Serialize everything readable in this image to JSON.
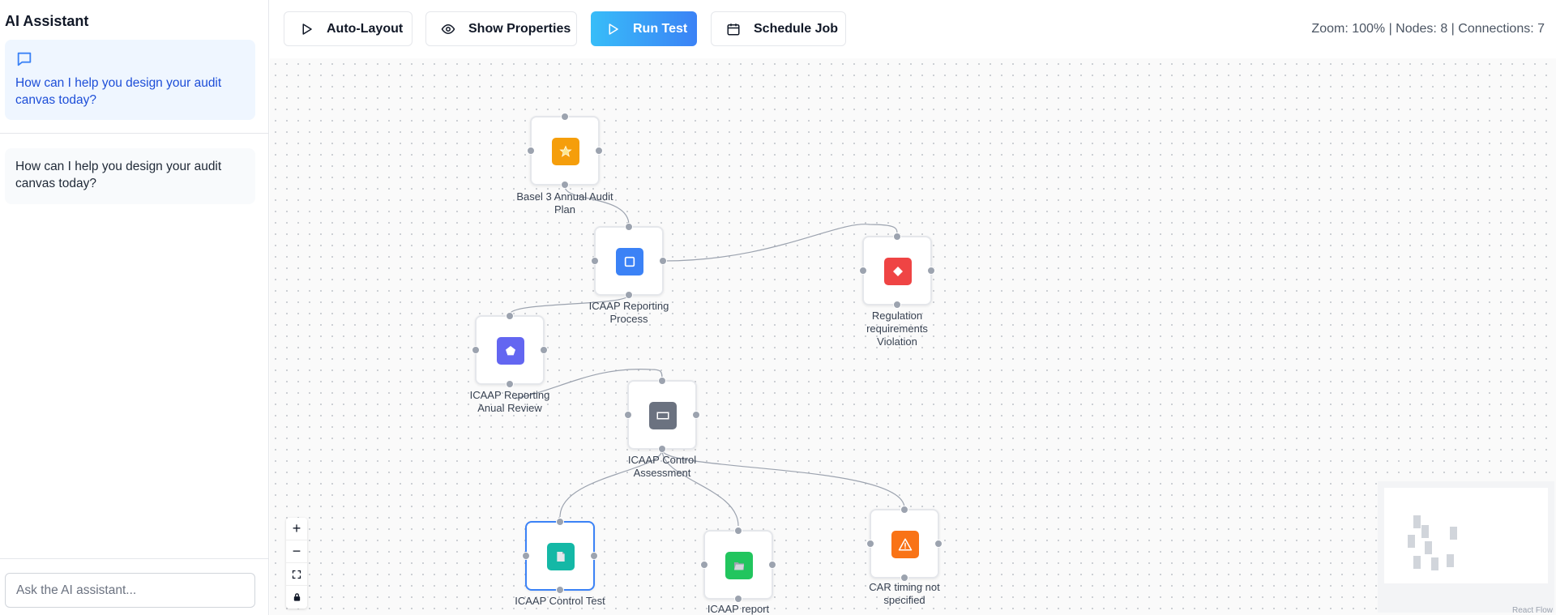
{
  "sidebar": {
    "title": "AI Assistant",
    "messages": [
      {
        "text": "How can I help you design your audit canvas today?",
        "icon": "chat-bubble-icon"
      },
      {
        "text": "How can I help you design your audit canvas today?"
      }
    ],
    "input_placeholder": "Ask the AI assistant..."
  },
  "toolbar": {
    "buttons": [
      {
        "label": "Auto-Layout",
        "icon": "play-icon"
      },
      {
        "label": "Show Properties",
        "icon": "eye-icon"
      },
      {
        "label": "Run Test",
        "icon": "play-icon"
      },
      {
        "label": "Schedule Job",
        "icon": "calendar-icon"
      }
    ],
    "status": "Zoom: 100% | Nodes: 8 | Connections: 7"
  },
  "colors": {
    "accent": "#3b82f6",
    "run_gradient": [
      "#38bdf8",
      "#3b82f6"
    ],
    "star": "#f59e0b",
    "square": "#3b82f6",
    "diamond": "#ef4444",
    "pentagon": "#6366f1",
    "rect": "#6b7280",
    "doc": "#14b8a6",
    "folder": "#22c55e",
    "alert": "#f97316"
  },
  "canvas": {
    "nodes": [
      {
        "label": "Basel 3 Annual Audit Plan",
        "icon": "star-icon"
      },
      {
        "label": "ICAAP Reporting Process",
        "icon": "square-icon"
      },
      {
        "label": "Regulation requirements Violation",
        "icon": "diamond-icon"
      },
      {
        "label": "ICAAP Reporting Anual Review",
        "icon": "pentagon-icon"
      },
      {
        "label": "ICAAP Control Assessment",
        "icon": "rectangle-icon"
      },
      {
        "label": "ICAAP Control Test",
        "icon": "document-icon"
      },
      {
        "label": "ICAAP report",
        "icon": "folder-icon"
      },
      {
        "label": "CAR timing not specified",
        "icon": "warning-icon"
      }
    ],
    "controls": [
      "+",
      "−",
      "⛶",
      "🔒"
    ],
    "attribution": "React Flow"
  }
}
